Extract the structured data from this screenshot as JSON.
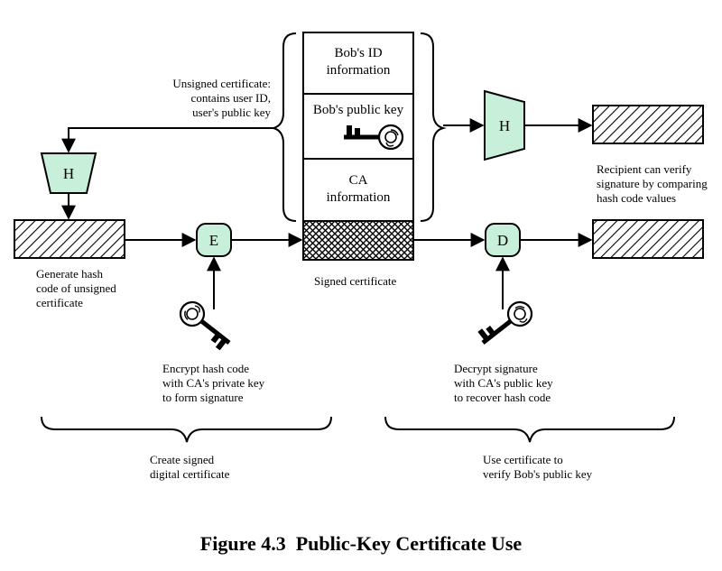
{
  "figure": {
    "caption": "Figure 4.3  Public-Key Certificate Use"
  },
  "certificate": {
    "bob_id": "Bob's ID\ninformation",
    "bob_public_key": "Bob's public key",
    "ca_info": "CA\ninformation"
  },
  "nodes": {
    "hash_left": "H",
    "hash_right": "H",
    "encrypt": "E",
    "decrypt": "D"
  },
  "labels": {
    "unsigned_certificate": "Unsigned certificate:\ncontains user ID,\nuser's public key",
    "generate_hash": "Generate hash\ncode of unsigned\ncertificate",
    "signed_certificate": "Signed certificate",
    "encrypt_hash": "Encrypt hash code\nwith CA's private key\nto form signature",
    "decrypt_signature": "Decrypt signature\nwith CA's public key\nto recover hash code",
    "recipient_verify": "Recipient can verify\nsignature by comparing\nhash code values",
    "create_signed": "Create signed\ndigital certificate",
    "use_certificate": "Use certificate to\nverify Bob's public key"
  },
  "colors": {
    "node_fill": "#c8efd9",
    "stroke": "#000000"
  },
  "icons": [
    "key-icon"
  ]
}
